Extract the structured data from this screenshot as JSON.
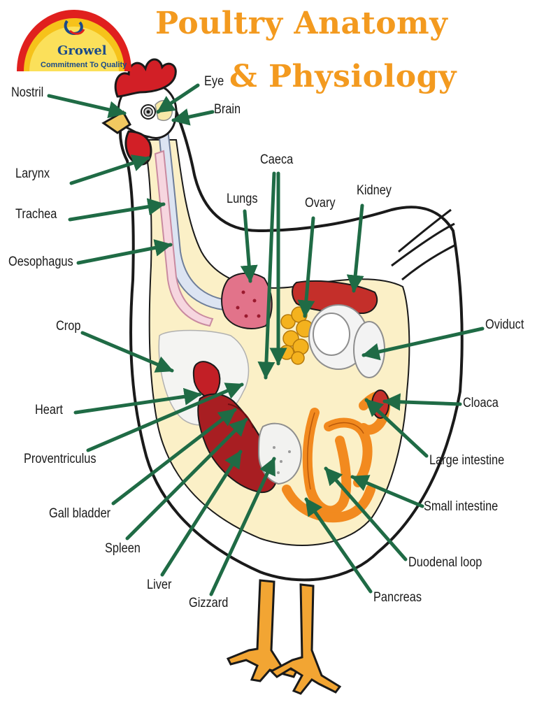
{
  "title": {
    "line1": "Poultry Anatomy",
    "line2": "& Physiology"
  },
  "logo": {
    "name": "Growel",
    "tagline": "Commitment To Quality"
  },
  "labels": {
    "nostril": "Nostril",
    "eye": "Eye",
    "brain": "Brain",
    "larynx": "Larynx",
    "trachea": "Trachea",
    "oesophagus": "Oesophagus",
    "caeca": "Caeca",
    "lungs": "Lungs",
    "ovary": "Ovary",
    "kidney": "Kidney",
    "crop": "Crop",
    "oviduct": "Oviduct",
    "heart": "Heart",
    "cloaca": "Cloaca",
    "proventriculus": "Proventriculus",
    "large_intestine": "Large intestine",
    "gall_bladder": "Gall bladder",
    "small_intestine": "Small intestine",
    "spleen": "Spleen",
    "duodenal_loop": "Duodenal loop",
    "liver": "Liver",
    "pancreas": "Pancreas",
    "gizzard": "Gizzard"
  },
  "colors": {
    "title": "#f39a1f",
    "arrow": "#1f6b45",
    "comb": "#d21f26",
    "body_outline": "#1a1a1a",
    "cavity": "#fbf0c7",
    "intestine": "#f28a1f",
    "liver": "#a81e22",
    "logo_red": "#e0201e",
    "logo_yellow": "#f6c21a"
  }
}
